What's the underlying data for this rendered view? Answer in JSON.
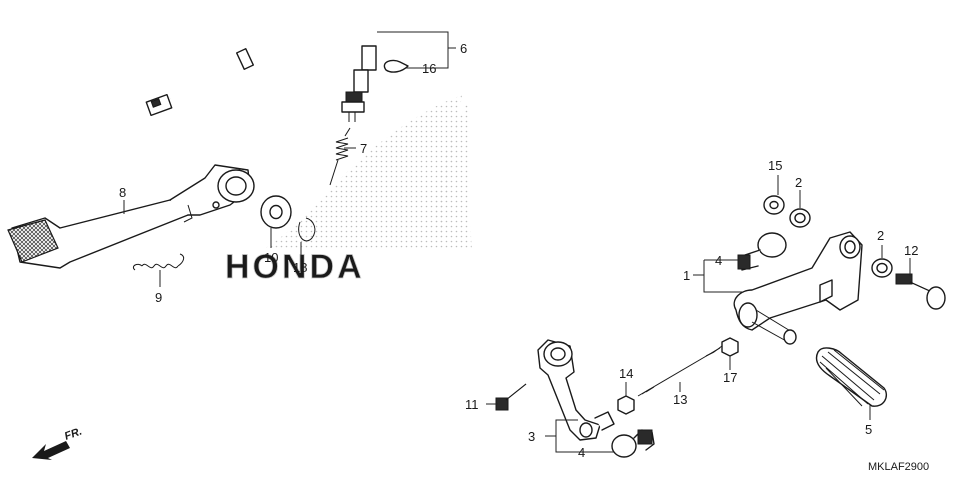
{
  "diagram": {
    "callouts": [
      {
        "id": "1",
        "text": "1"
      },
      {
        "id": "2a",
        "text": "2"
      },
      {
        "id": "2b",
        "text": "2"
      },
      {
        "id": "3",
        "text": "3"
      },
      {
        "id": "4a",
        "text": "4"
      },
      {
        "id": "4b",
        "text": "4"
      },
      {
        "id": "5",
        "text": "5"
      },
      {
        "id": "6",
        "text": "6"
      },
      {
        "id": "7",
        "text": "7"
      },
      {
        "id": "8",
        "text": "8"
      },
      {
        "id": "9",
        "text": "9"
      },
      {
        "id": "10",
        "text": "10"
      },
      {
        "id": "11",
        "text": "11"
      },
      {
        "id": "12",
        "text": "12"
      },
      {
        "id": "13",
        "text": "13"
      },
      {
        "id": "14",
        "text": "14"
      },
      {
        "id": "15",
        "text": "15"
      },
      {
        "id": "16",
        "text": "16"
      },
      {
        "id": "17",
        "text": "17"
      },
      {
        "id": "18",
        "text": "18"
      }
    ],
    "watermark_text": "HONDA",
    "direction_label": "FR.",
    "code": "MKLAF2900"
  }
}
